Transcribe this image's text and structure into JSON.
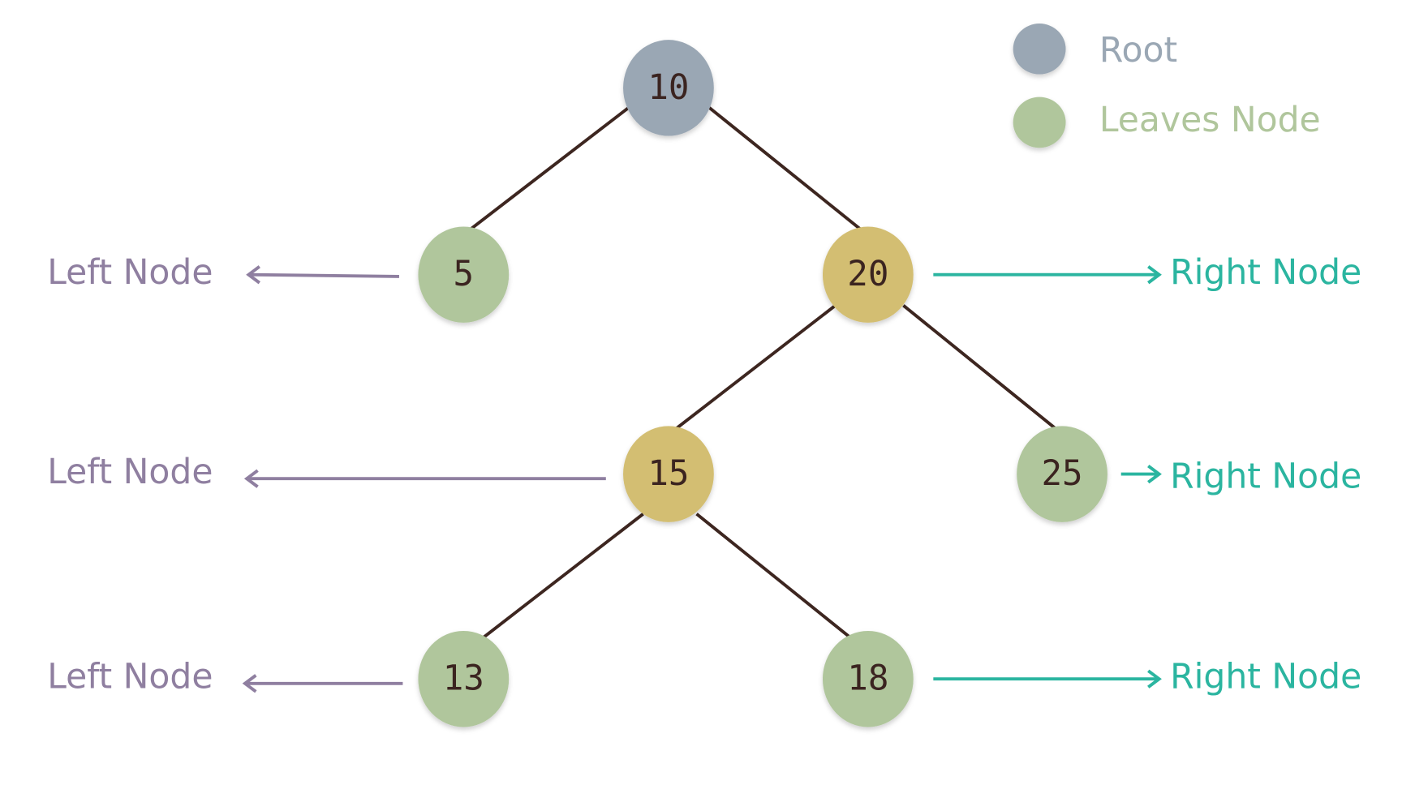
{
  "legend": {
    "root_label": "Root",
    "leaves_label": "Leaves Node",
    "root_color": "#9aa7b4",
    "leaves_color": "#b0c69c"
  },
  "colors": {
    "internal": "#d3be72",
    "left_label": "#8f7fa0",
    "right_label": "#2bb5a0",
    "edge": "#3d2620"
  },
  "nodes": {
    "n10": "10",
    "n5": "5",
    "n20": "20",
    "n15": "15",
    "n25": "25",
    "n13": "13",
    "n18": "18"
  },
  "labels": {
    "left_row1": "Left Node",
    "left_row2": "Left Node",
    "left_row3": "Left Node",
    "right_row1": "Right Node",
    "right_row2": "Right Node",
    "right_row3": "Right Node"
  }
}
